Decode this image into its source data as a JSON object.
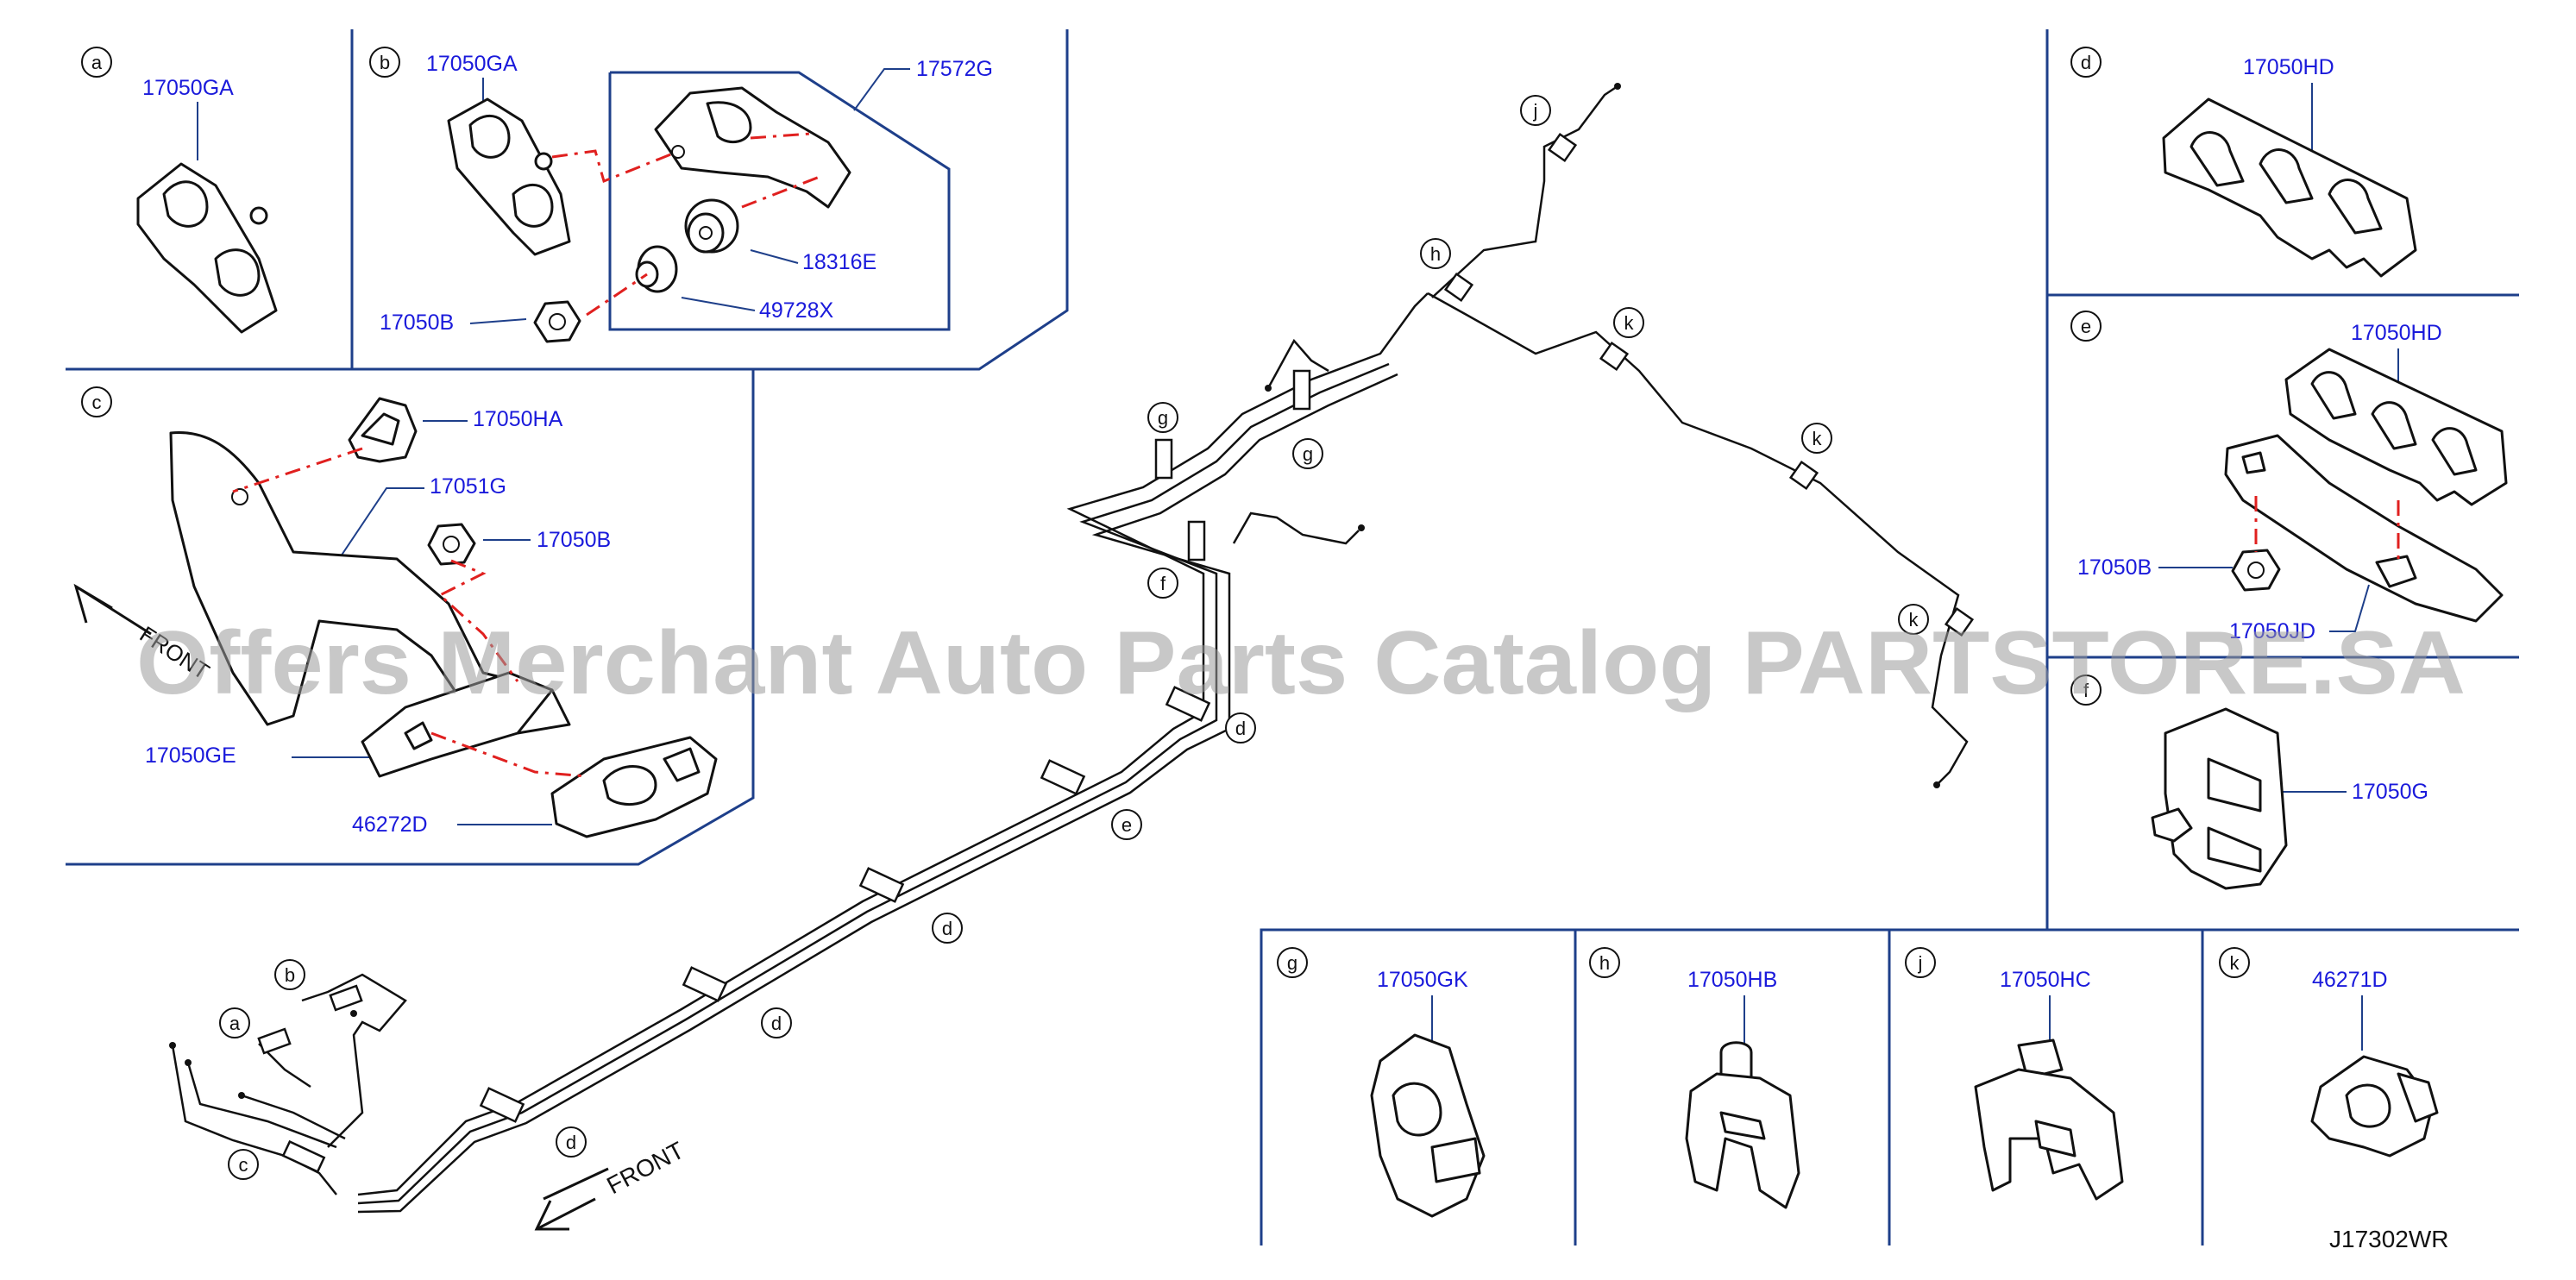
{
  "diagram_code": "J17302WR",
  "watermark": "Offers Merchant Auto Parts Catalog PARTSTORE.SA",
  "front_labels": [
    "FRONT",
    "FRONT"
  ],
  "callouts": {
    "a": "a",
    "b": "b",
    "c": "c",
    "d": "d",
    "e": "e",
    "f": "f",
    "g": "g",
    "h": "h",
    "j": "j",
    "k": "k"
  },
  "panels": {
    "a": {
      "letter": "a",
      "parts": [
        "17050GA"
      ]
    },
    "b": {
      "letter": "b",
      "parts": [
        "17050GA",
        "17572G",
        "18316E",
        "49728X",
        "17050B"
      ]
    },
    "c": {
      "letter": "c",
      "parts": [
        "17050HA",
        "17051G",
        "17050B",
        "17050GE",
        "46272D"
      ]
    },
    "d": {
      "letter": "d",
      "parts": [
        "17050HD"
      ]
    },
    "e": {
      "letter": "e",
      "parts": [
        "17050HD",
        "17050B",
        "17050JD"
      ]
    },
    "f": {
      "letter": "f",
      "parts": [
        "17050G"
      ]
    },
    "g": {
      "letter": "g",
      "parts": [
        "17050GK"
      ]
    },
    "h": {
      "letter": "h",
      "parts": [
        "17050HB"
      ]
    },
    "j": {
      "letter": "j",
      "parts": [
        "17050HC"
      ]
    },
    "k": {
      "letter": "k",
      "parts": [
        "46271D"
      ]
    }
  },
  "colors": {
    "part_number": "#1a1adb",
    "frame": "#1e3f8a",
    "assembly_line": "#e0201f",
    "linework": "#111111"
  }
}
